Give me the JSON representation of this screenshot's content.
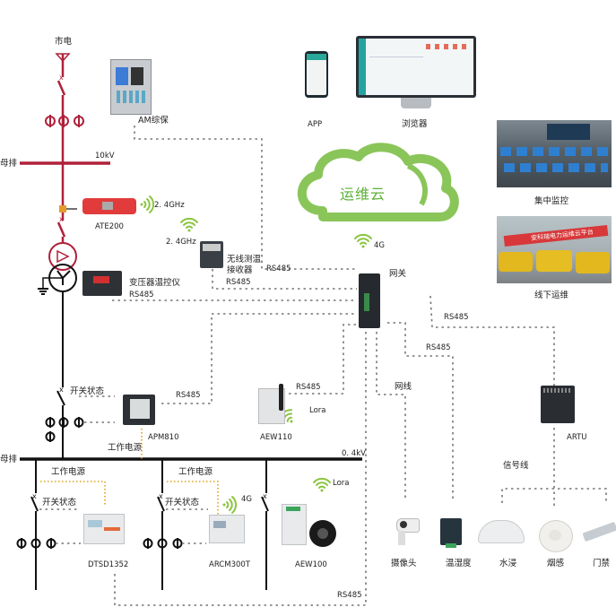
{
  "title": "运维云 Power Monitoring System Topology",
  "colors": {
    "hv_line": "#b0203a",
    "lv_line": "#111111",
    "dotted": "#777777",
    "power_dotted": "#e0a020",
    "cloud": "#8ac55a",
    "cloud_text": "#5bb036",
    "wifi": "#8ac53f"
  },
  "labels": {
    "grid_source": "市电",
    "am_protect": "AM综保",
    "busbar_hv": "母排",
    "voltage_hv": "10kV",
    "ate200": "ATE200",
    "ate_freq": "2. 4GHz",
    "receiver_freq": "2. 4GHz",
    "receiver_line1": "无线测温",
    "receiver_line2": "接收器",
    "receiver_rs485_a": "RS485",
    "receiver_rs485_b": "RS485",
    "transformer_ctrl": "变压器温控仪",
    "transformer_rs485": "RS485",
    "switch_state_main": "开关状态",
    "apm810": "APM810",
    "apm_rs485": "RS485",
    "work_power_main": "工作电源",
    "aew110": "AEW110",
    "aew110_rs485": "RS485",
    "aew110_lora": "Lora",
    "busbar_lv": "母排",
    "voltage_lv": "0. 4kV",
    "work_power_1": "工作电源",
    "switch_state_1": "开关状态",
    "dtsd1352": "DTSD1352",
    "work_power_2": "工作电源",
    "switch_state_2": "开关状态",
    "arcm_4g": "4G",
    "arcm300t": "ARCM300T",
    "aew100_lora": "Lora",
    "aew100": "AEW100",
    "bottom_rs485": "RS485",
    "app": "APP",
    "browser": "浏览器",
    "cloud": "运维云",
    "cloud_4g": "4G",
    "gateway": "网关",
    "gw_rs485_right": "RS485",
    "gw_rs485_mid": "RS485",
    "network_cable": "网线",
    "artu": "ARTU",
    "signal_line": "信号线",
    "camera": "摄像头",
    "temp_humidity": "温湿度",
    "water_leak": "水浸",
    "smoke": "烟感",
    "door_access": "门禁",
    "central_monitor": "集中监控",
    "offline_ops": "线下运维",
    "banner_text": "安科瑞电力运维云平台"
  }
}
